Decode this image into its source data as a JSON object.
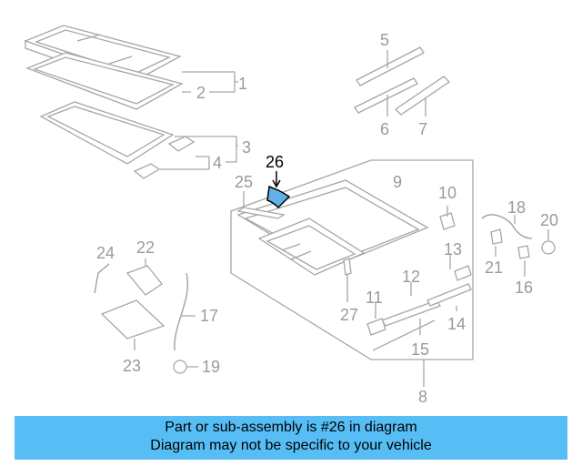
{
  "diagram": {
    "highlight_color": "#5fb2e3",
    "label_color_default": "#9a9a9a",
    "label_color_highlight": "#000000",
    "labels": {
      "p1": "1",
      "p2": "2",
      "p3": "3",
      "p4": "4",
      "p5": "5",
      "p6": "6",
      "p7": "7",
      "p8": "8",
      "p9": "9",
      "p10": "10",
      "p11": "11",
      "p12": "12",
      "p13": "13",
      "p14": "14",
      "p15": "15",
      "p16": "16",
      "p17": "17",
      "p18": "18",
      "p19": "19",
      "p20": "20",
      "p21": "21",
      "p22": "22",
      "p23": "23",
      "p24": "24",
      "p25": "25",
      "p26": "26",
      "p27": "27"
    }
  },
  "banner": {
    "color": "#57bef5",
    "line1": "Part or sub-assembly is #26 in diagram",
    "line2": "Diagram may not be specific to your vehicle"
  }
}
